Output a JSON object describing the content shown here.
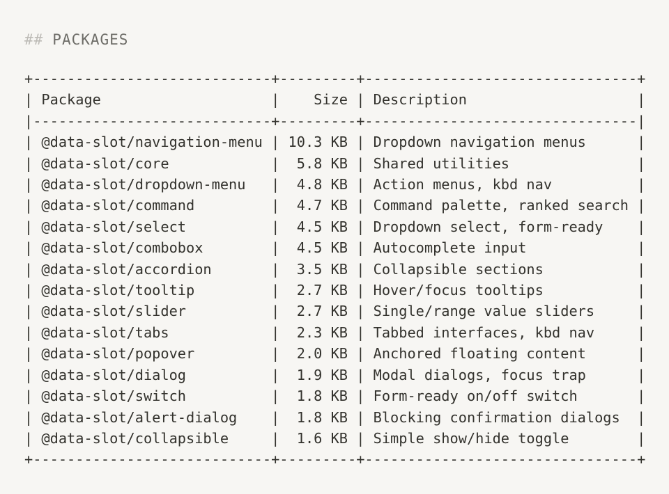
{
  "heading": {
    "hashes": "##",
    "title": "PACKAGES"
  },
  "colors": {
    "background": "#f7f6f3",
    "table_text": "#33322d",
    "heading_hash": "#bdbbb6",
    "heading_title": "#6e6d68"
  },
  "table": {
    "columns": [
      "Package",
      "Size",
      "Description"
    ],
    "rows": [
      {
        "package": "@data-slot/navigation-menu",
        "size": "10.3 KB",
        "description": "Dropdown navigation menus"
      },
      {
        "package": "@data-slot/core",
        "size": "5.8 KB",
        "description": "Shared utilities"
      },
      {
        "package": "@data-slot/dropdown-menu",
        "size": "4.8 KB",
        "description": "Action menus, kbd nav"
      },
      {
        "package": "@data-slot/command",
        "size": "4.7 KB",
        "description": "Command palette, ranked search"
      },
      {
        "package": "@data-slot/select",
        "size": "4.5 KB",
        "description": "Dropdown select, form-ready"
      },
      {
        "package": "@data-slot/combobox",
        "size": "4.5 KB",
        "description": "Autocomplete input"
      },
      {
        "package": "@data-slot/accordion",
        "size": "3.5 KB",
        "description": "Collapsible sections"
      },
      {
        "package": "@data-slot/tooltip",
        "size": "2.7 KB",
        "description": "Hover/focus tooltips"
      },
      {
        "package": "@data-slot/slider",
        "size": "2.7 KB",
        "description": "Single/range value sliders"
      },
      {
        "package": "@data-slot/tabs",
        "size": "2.3 KB",
        "description": "Tabbed interfaces, kbd nav"
      },
      {
        "package": "@data-slot/popover",
        "size": "2.0 KB",
        "description": "Anchored floating content"
      },
      {
        "package": "@data-slot/dialog",
        "size": "1.9 KB",
        "description": "Modal dialogs, focus trap"
      },
      {
        "package": "@data-slot/switch",
        "size": "1.8 KB",
        "description": "Form-ready on/off switch"
      },
      {
        "package": "@data-slot/alert-dialog",
        "size": "1.8 KB",
        "description": "Blocking confirmation dialogs"
      },
      {
        "package": "@data-slot/collapsible",
        "size": "1.6 KB",
        "description": "Simple show/hide toggle"
      }
    ]
  }
}
